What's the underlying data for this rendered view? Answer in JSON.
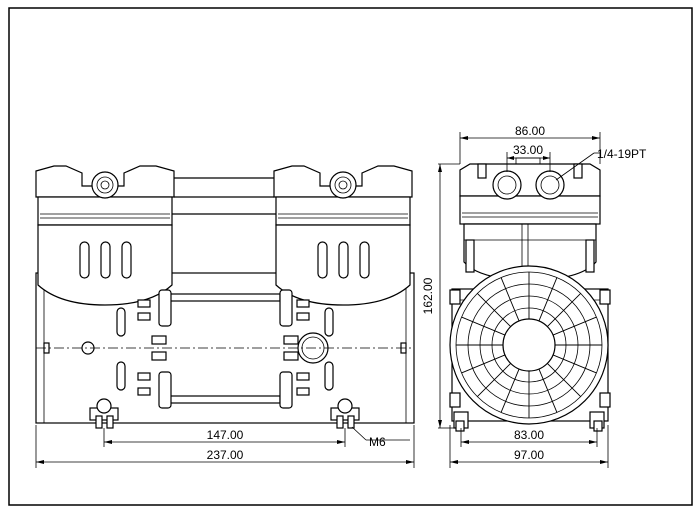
{
  "dimensions": {
    "front_mount_spacing": "147.00",
    "front_overall_length": "237.00",
    "side_top_width": "86.00",
    "side_port_spacing": "33.00",
    "side_height": "162.00",
    "side_mount_spacing": "83.00",
    "side_overall_width": "97.00"
  },
  "callouts": {
    "port_thread": "1/4-19PT",
    "mount_bolt": "M6"
  }
}
